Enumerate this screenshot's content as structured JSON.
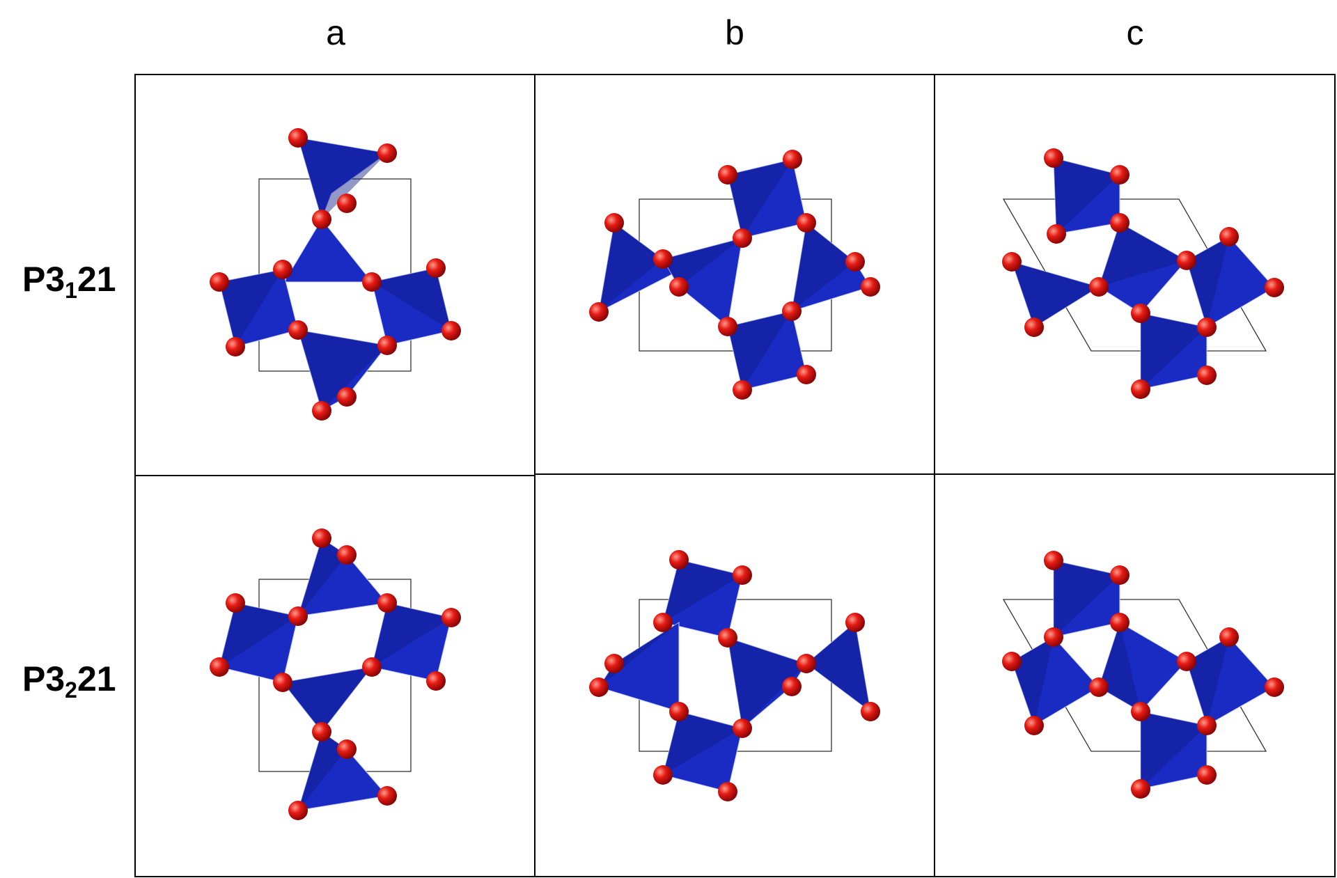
{
  "columns": [
    "a",
    "b",
    "c"
  ],
  "rows": [
    {
      "prefix": "P3",
      "sub": "1",
      "suffix": "21"
    },
    {
      "prefix": "P3",
      "sub": "2",
      "suffix": "21"
    }
  ],
  "colors": {
    "tetrahedron": "#1a2bc4",
    "tetrahedron_dark": "#0d1a85",
    "oxygen": "#dd1111",
    "cell_line": "#333333",
    "frame": "#000000"
  },
  "structure": {
    "motif": "corner-sharing tetrahedra",
    "cell_shape": {
      "a": "rectangle",
      "b": "rectangle",
      "c": "rhombus"
    }
  }
}
